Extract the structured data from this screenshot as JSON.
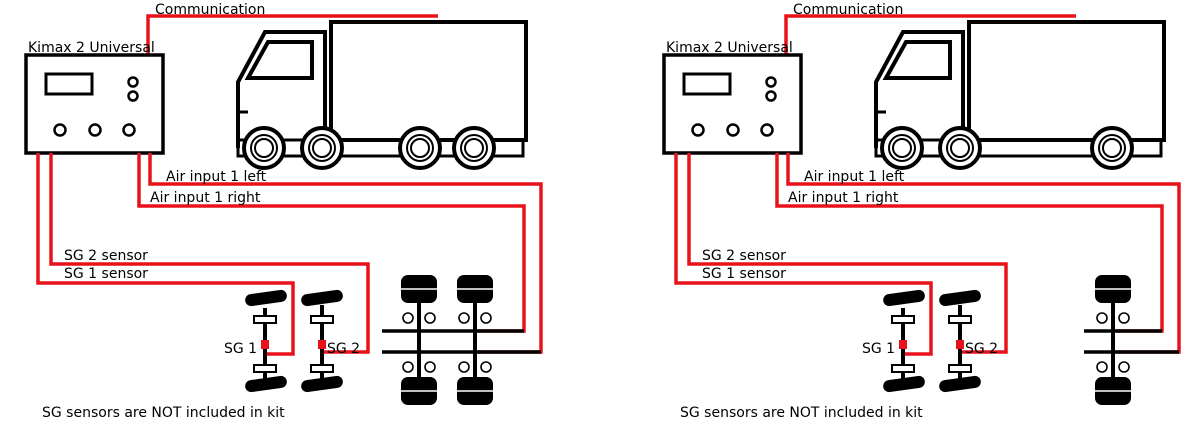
{
  "colors": {
    "wire": "#e8121a",
    "outline": "#000000",
    "background": "#ffffff"
  },
  "diagrams": [
    {
      "communication": "Communication",
      "controller": "Kimax 2 Universal",
      "air_left": "Air input 1 left",
      "air_right": "Air input 1 right",
      "sg2_sensor": "SG 2 sensor",
      "sg1_sensor": "SG 1 sensor",
      "sg1": "SG 1",
      "sg2": "SG 2",
      "note": "SG sensors are NOT included in kit"
    },
    {
      "communication": "Communication",
      "controller": "Kimax 2 Universal",
      "air_left": "Air input 1 left",
      "air_right": "Air input 1 right",
      "sg2_sensor": "SG 2 sensor",
      "sg1_sensor": "SG 1 sensor",
      "sg1": "SG 1",
      "sg2": "SG 2",
      "note": "SG sensors are NOT included in kit"
    }
  ]
}
